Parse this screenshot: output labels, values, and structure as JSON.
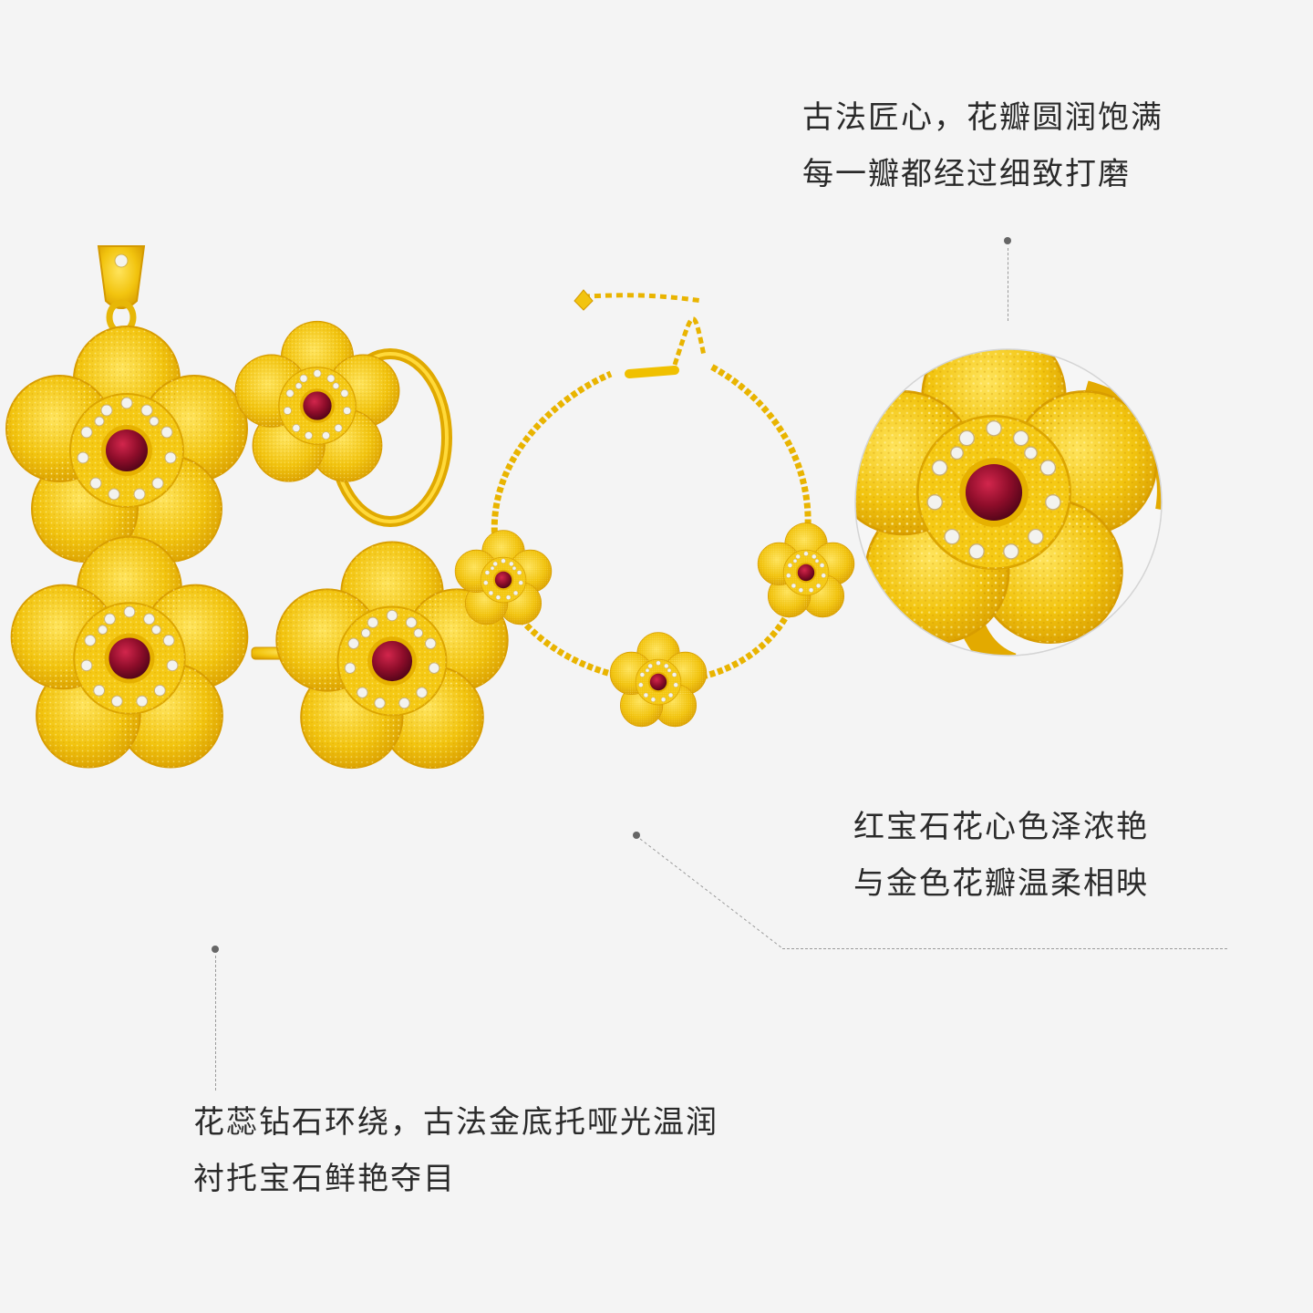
{
  "captions": {
    "top": {
      "line1": "古法匠心，花瓣圆润饱满",
      "line2": "每一瓣都经过细致打磨"
    },
    "middle": {
      "line1": "红宝石花心色泽浓艳",
      "line2": "与金色花瓣温柔相映"
    },
    "bottom": {
      "line1": "花蕊钻石环绕，古法金底托哑光温润",
      "line2": "衬托宝石鲜艳夺目"
    }
  },
  "products": [
    {
      "name": "pendant"
    },
    {
      "name": "ring"
    },
    {
      "name": "earring"
    },
    {
      "name": "bracelet"
    },
    {
      "name": "detail-closeup"
    }
  ],
  "colors": {
    "gold": "#f2c40f",
    "gold_dark": "#d99e00",
    "gold_light": "#ffe45c",
    "ruby": "#8e0d2a",
    "diamond": "#f2f2ee",
    "background": "#f4f4f4",
    "text": "#2a2a2a",
    "leader_line": "#9a9a9a"
  }
}
